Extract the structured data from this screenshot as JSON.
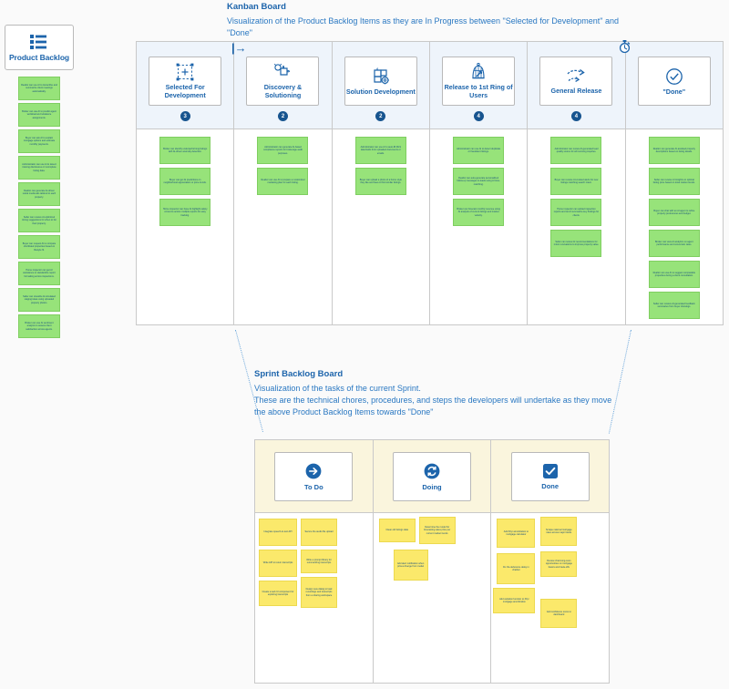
{
  "product_backlog": {
    "title": "Product Backlog",
    "icon": "list-bullet-icon",
    "notes": [
      "Realtor can use AI to transcribe and summarize client meetings automatically.",
      "Broker can use AI to predict agent workload and rebalance assignments.",
      "Buyer can ask AI to explain mortgage options and estimate monthly payments.",
      "Administrator can use AI to detect missing disclosures or incomplete listing data.",
      "Realtor can generate AI-driven social media ads tailored to each property.",
      "Seller can receive AI-optimized timing suggestions for when to list their property.",
      "Buyer can request AI to compare shortlisted properties based on lifestyle fit.",
      "Home inspector can get AI assistance to standardize report formatting across inspections.",
      "Seller can visualize AI-simulated staging ideas using uploaded property photos.",
      "Broker can use AI sentiment analysis to assess client satisfaction across agents."
    ]
  },
  "kanban_board": {
    "title": "Kanban Board",
    "subtitle": "Visualization of the Product Backlog Items as they are In Progress between \"Selected for Development\" and \"Done\"",
    "start_marker_icon": "arrow-right-bar-icon",
    "timer_icon": "stopwatch-icon",
    "columns": [
      {
        "label": "Selected For Development",
        "icon": "selection-frame-plus-icon",
        "count": "3",
        "notes": [
          "Broker can identify underperforming listings with AI-driven anomaly detection.",
          "Buyer can get AI predictions on neighborhood appreciation or price trends.",
          "Home inspector can have AI highlight safety concerns across multiple reports for easy tracking."
        ]
      },
      {
        "label": "Discovery & Solutioning",
        "icon": "puzzle-idea-icon",
        "count": "2",
        "notes": [
          "Administrator can generate AI-based compliance reports for brokerage audit purposes.",
          "Realtor can use AI to prepare a customized marketing plan for each listing."
        ]
      },
      {
        "label": "Solution Development",
        "icon": "puzzle-gear-icon",
        "count": "2",
        "notes": [
          "Administrator can use AI to auto-fill MLS data fields from uploaded documents or emails.",
          "Buyer can upload a photo of a home style they like and have AI find similar listings."
        ]
      },
      {
        "label": "Release to 1st Ring of Users",
        "icon": "birdcage-release-icon",
        "count": "4",
        "notes": [
          "Administrator can use AI to detect duplicate or fraudulent listings.",
          "Realtor can auto-generate personalized follow-up messages to leads using AI tone-matching.",
          "Broker can forecast monthly revenue using AI analysis of current listings and market velocity."
        ]
      },
      {
        "label": "General Release",
        "icon": "arrows-spread-icon",
        "count": "4",
        "notes": [
          "Administrator can review AI-generated lead quality scores for all incoming inquiries.",
          "Buyer can receive AI-curated alerts for new listings matching search intent.",
          "Home inspector can upload inspection reports and let AI summarize key findings for clients.",
          "Seller can review AI recommendations for minor renovations to improve property value."
        ]
      },
      {
        "label": "\"Done\"",
        "icon": "check-circle-icon",
        "count": "",
        "notes": [
          "Realtor can generate AI-assisted property descriptions based on listing details.",
          "Seller can receive AI insights on optimal listing price based on local market trends.",
          "Buyer can chat with an AI agent to refine property preferences and budget.",
          "Broker can view AI analytics on agent performance and conversion rates.",
          "Realtor can use AI to suggest comparable properties during a client consultation.",
          "Seller can receive AI-generated feedback summaries from buyer showings."
        ]
      }
    ]
  },
  "sprint_backlog_board": {
    "title": "Sprint Backlog Board",
    "subtitle": "Visualization of the tasks of the current Sprint.\nThese are the technical chores, procedures, and steps the developers will undertake as they move the above Product Backlog Items towards \"Done\"",
    "columns": [
      {
        "label": "To Do",
        "icon": "arrow-right-circle-icon",
        "notes": [
          "Integrate speech-to-text API",
          "Secure the audio file upload",
          "Write API to return transcripts",
          "Write a prompt library for summarizing transcripts",
          "Create a web UI component for exploring transcripts",
          "Design new dialog to load recordings and transcripts from a sharing workspace"
        ]
      },
      {
        "label": "Doing",
        "icon": "refresh-circle-icon",
        "notes": [
          "Clean old listings data",
          "Determine the model for forecasting sales price per current market trends",
          "Add alert notification when prices diverge from model"
        ]
      },
      {
        "label": "Done",
        "icon": "checkbox-checked-icon",
        "notes": [
          "Add 30yr amortization to mortgage calculator",
          "Scrape national mortgage rates across major banks",
          "Fix the debounce delay in chatbot",
          "Review chart-long-scan opportunities on mortgage basics and trade-offs",
          "Add variation function to 30yr mortgage amortization",
          "Add confidence score to dashboard"
        ]
      }
    ]
  },
  "colors": {
    "accent_blue": "#1c64ab",
    "kanban_header_bg": "#eef4fb",
    "sprint_header_bg": "#faf5dd",
    "note_green": "#97e37a",
    "note_yellow": "#fbe96b",
    "page_bg": "#fafafa"
  }
}
